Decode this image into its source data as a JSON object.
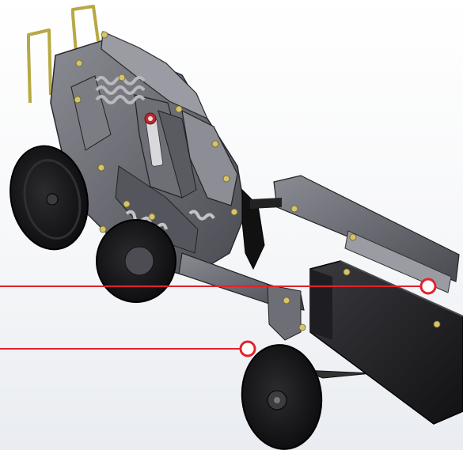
{
  "scene": {
    "subject": "planter-row-unit-cad-render",
    "background_color": "#f4f5f7",
    "frame_color": "#5b5c63",
    "wheel_color": "#1a1a1c",
    "spring_color": "#b9b9bd",
    "handle_color": "#b8a843",
    "bolt_color": "#d4c46a",
    "accent_red": "#c0282d"
  },
  "callouts": {
    "color": "#e0242c",
    "items": [
      {
        "target": "press-bar-end"
      },
      {
        "target": "closing-disc-hub"
      }
    ]
  }
}
